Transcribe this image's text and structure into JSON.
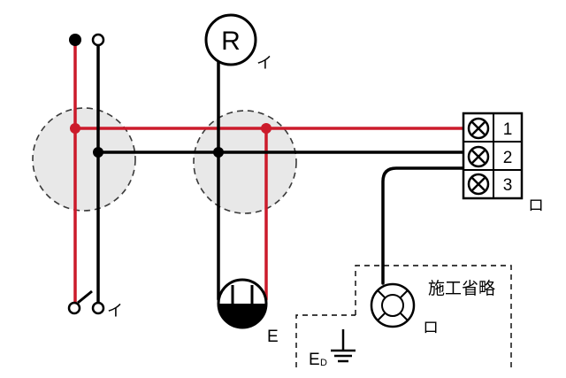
{
  "lamp_label": "R",
  "lamp_sub": "イ",
  "switch_sub": "イ",
  "terminal_numbers": [
    "1",
    "2",
    "3"
  ],
  "terminal_sub": "ロ",
  "outlet_label": "E",
  "lampholder_sub": "ロ",
  "omit_note": "施工省略",
  "ground_main": "E",
  "ground_sub": "D",
  "colors": {
    "red_wire": "#cc1b2b",
    "black_wire": "#000000",
    "junction_fill": "#e8e8e8"
  }
}
